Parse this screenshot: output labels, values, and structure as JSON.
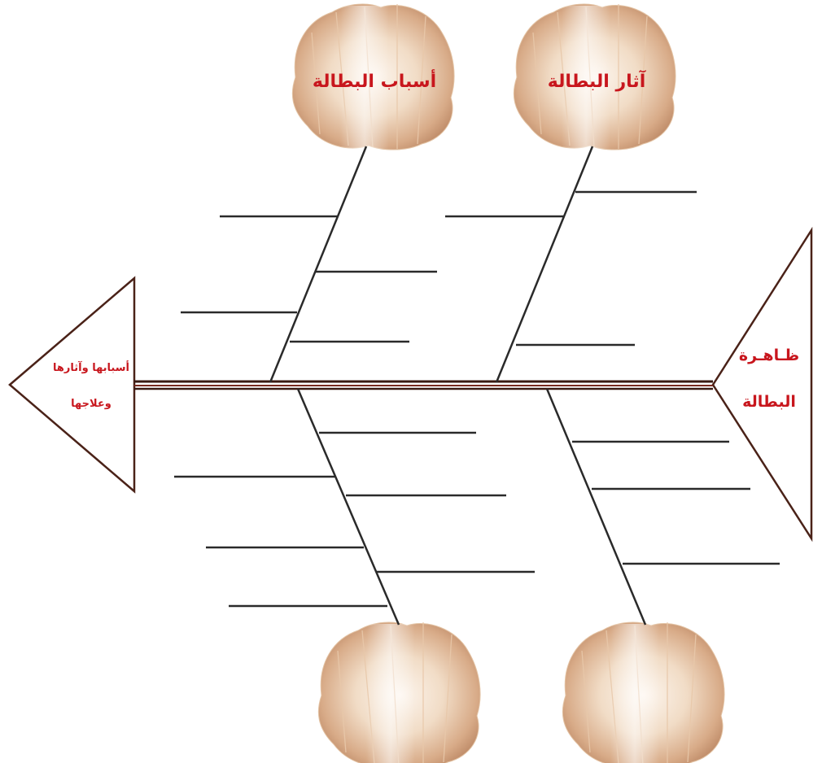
{
  "head": {
    "lines": [
      "ظـاهـرة",
      "البطالة"
    ]
  },
  "tail": {
    "lines": [
      "أسبابها وآثارها",
      "وعلاجها"
    ]
  },
  "bubbles": {
    "top_left": {
      "label": "أسباب البطالة"
    },
    "top_right": {
      "label": "آثار البطالة"
    },
    "bottom_left": {
      "label": ""
    },
    "bottom_right": {
      "label": ""
    }
  },
  "colors": {
    "spine": "#3a1a12",
    "lines": "#2a2a2a",
    "label_text": "#c8161d",
    "shell_light": "#fbf1e8",
    "shell_mid": "#ecd2b8",
    "shell_dark": "#c99876"
  }
}
